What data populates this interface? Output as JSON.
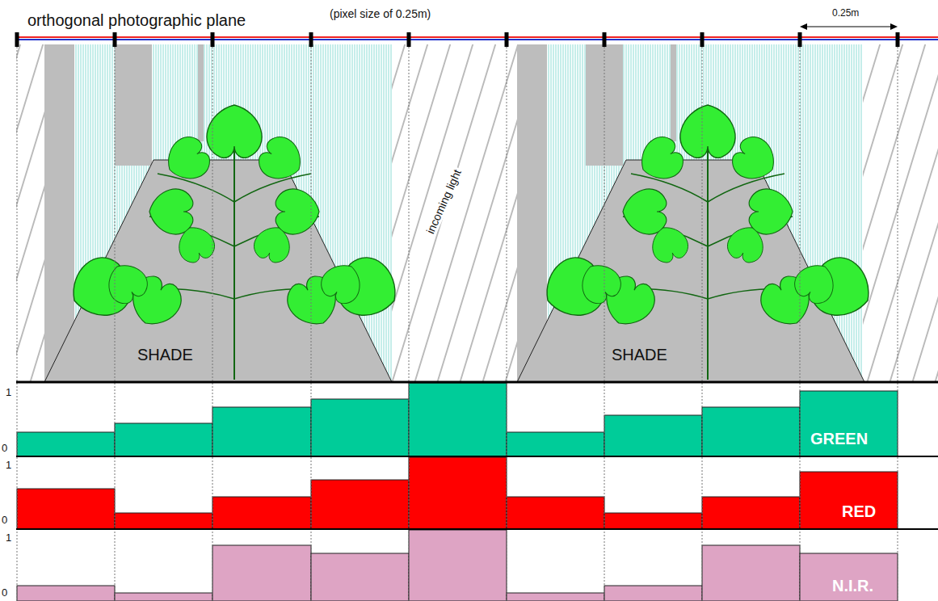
{
  "diagram": {
    "title": "orthogonal photographic plane",
    "labels": [
      "(pixel size of 0.25m)",
      "0.25m",
      "incoming light",
      "SHADE",
      "SHADE",
      "1",
      "0",
      "GREEN",
      "1",
      "0",
      "RED",
      "1",
      "0",
      "N.I.R."
    ]
  }
}
